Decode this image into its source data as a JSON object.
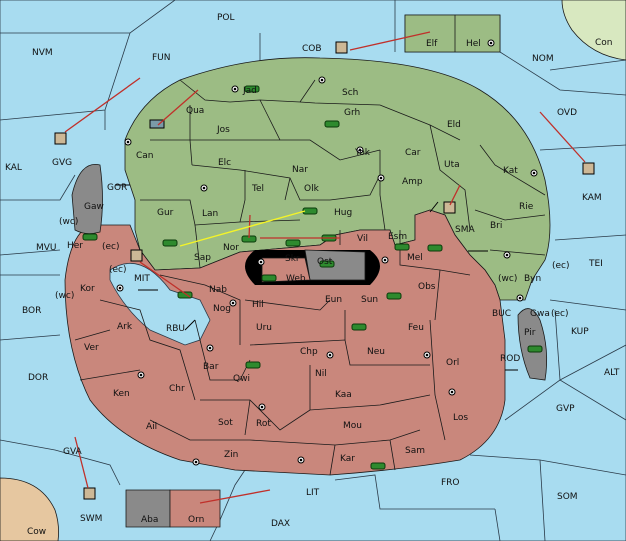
{
  "map": {
    "colors": {
      "sea": "#a8dcf0",
      "green_faction": "#9cbc84",
      "red_faction": "#c9877c",
      "neutral": "#8a8a8a",
      "impassable": "#000000",
      "order_arrow": "#c0302a",
      "support_line": "#f4f428"
    },
    "sea_labels": [
      "POL",
      "NVM",
      "FUN",
      "COB",
      "NOM",
      "Con",
      "KAL",
      "GVG",
      "OVD",
      "KAM",
      "GOR",
      "MVU",
      "TEI",
      "BOR",
      "MIT",
      "RBU",
      "SMA",
      "BUC",
      "KUP",
      "DOR",
      "ROD",
      "ALT",
      "GVP",
      "GVA",
      "SWM",
      "LIT",
      "FRO",
      "SOM",
      "DAX",
      "Cow"
    ],
    "green_labels": [
      "Jad",
      "Sch",
      "Qua",
      "Grh",
      "Jos",
      "Can",
      "Eld",
      "Yok",
      "Car",
      "Elc",
      "Nar",
      "Uta",
      "Kat",
      "Amp",
      "Tel",
      "Olk",
      "Gur",
      "Rie",
      "Lan",
      "Hug",
      "Bri",
      "Esm",
      "Vil",
      "Sap",
      "Nor",
      "Skr",
      "Byn",
      "Gwa",
      "Elf",
      "Hel"
    ],
    "red_labels": [
      "Gaw",
      "(wc)",
      "Her",
      "(ec)",
      "Kor",
      "(wc)",
      "(ec)",
      "Nab",
      "Web",
      "Ost",
      "Mel",
      "Obs",
      "Eun",
      "Sun",
      "Nog",
      "Hil",
      "Uru",
      "Feu",
      "Ark",
      "Ver",
      "Chp",
      "Neu",
      "Bar",
      "Qwi",
      "Nil",
      "Orl",
      "Ken",
      "Chr",
      "Kaa",
      "Los",
      "Sot",
      "Rot",
      "Mou",
      "Ail",
      "Zin",
      "Kar",
      "Sam",
      "Orn"
    ],
    "grey_labels": [
      "Pir",
      "Aba"
    ],
    "coast_tags": [
      "(wc)",
      "(ec)",
      "(ec)"
    ]
  }
}
